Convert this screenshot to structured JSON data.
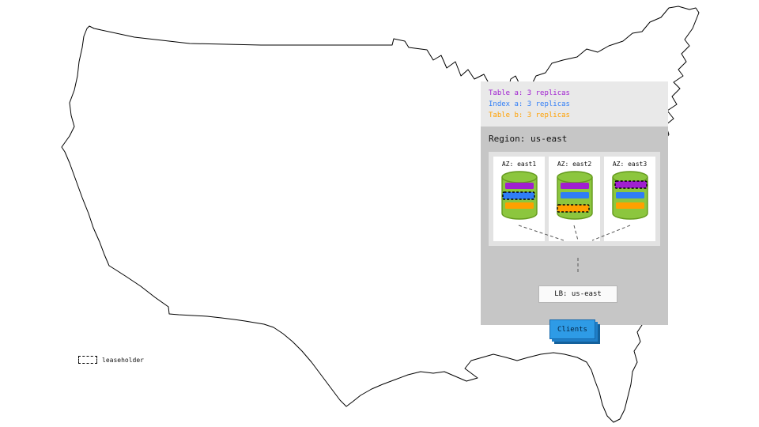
{
  "colors": {
    "table_a": "#a020d0",
    "index_a": "#2f7df6",
    "table_b": "#ffa000",
    "cylinder": "#8cc63e",
    "clients_fill": "#2e9be6"
  },
  "legend": {
    "items": [
      {
        "label": "Table a: 3 replicas",
        "color_key": "table_a"
      },
      {
        "label": "Index a: 3 replicas",
        "color_key": "index_a"
      },
      {
        "label": "Table b: 3 replicas",
        "color_key": "table_b"
      }
    ]
  },
  "region": {
    "title": "Region: us-east",
    "azs": [
      {
        "label": "AZ: east1",
        "replicas": [
          {
            "name": "Table a",
            "leaseholder": false
          },
          {
            "name": "Index a",
            "leaseholder": true
          },
          {
            "name": "Table b",
            "leaseholder": false
          }
        ]
      },
      {
        "label": "AZ: east2",
        "replicas": [
          {
            "name": "Table a",
            "leaseholder": false
          },
          {
            "name": "Index a",
            "leaseholder": false
          },
          {
            "name": "Table b",
            "leaseholder": true
          }
        ]
      },
      {
        "label": "AZ: east3",
        "replicas": [
          {
            "name": "Table a",
            "leaseholder": true
          },
          {
            "name": "Index a",
            "leaseholder": false
          },
          {
            "name": "Table b",
            "leaseholder": false
          }
        ]
      }
    ],
    "load_balancer": "LB: us-east",
    "clients": "Clients"
  },
  "map_legend": {
    "leaseholder_label": "leaseholder"
  }
}
